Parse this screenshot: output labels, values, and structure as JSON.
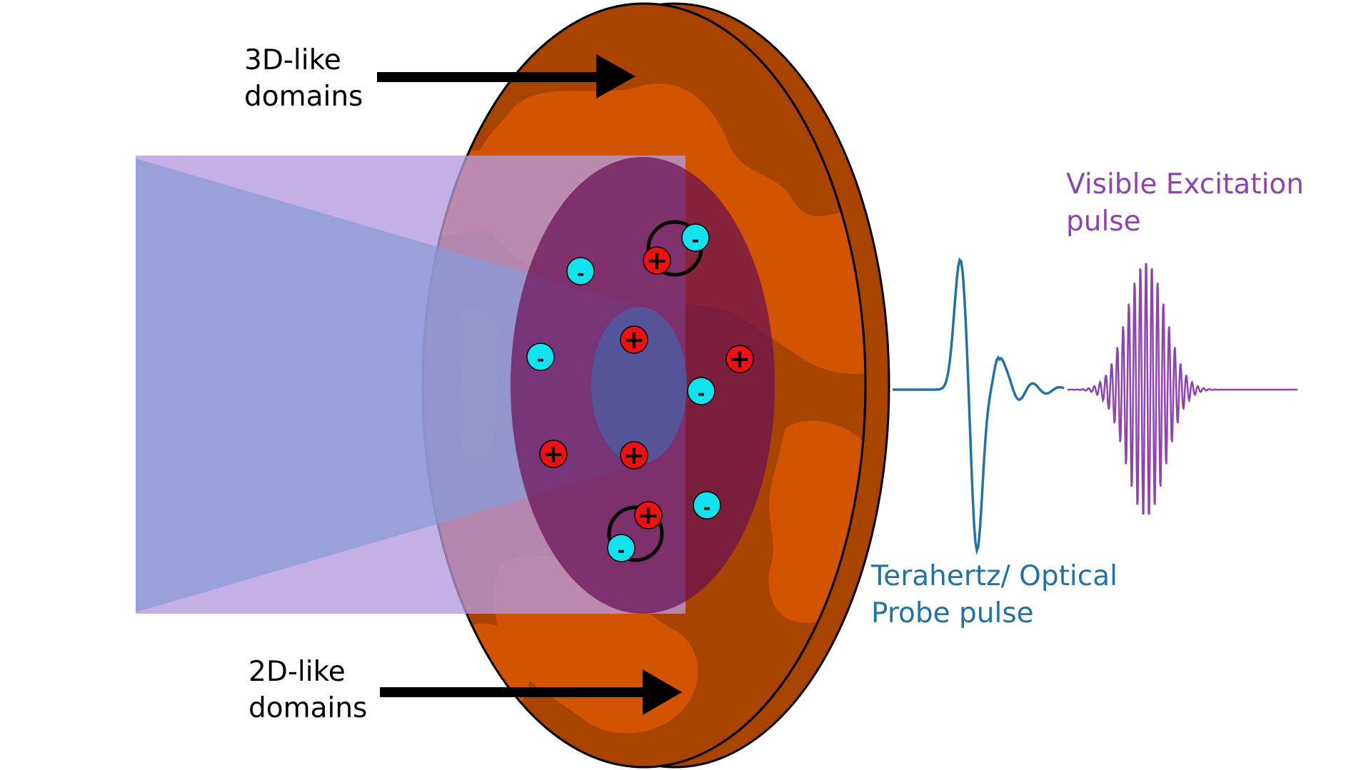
{
  "labels": {
    "domains_3d_line1": "3D-like",
    "domains_3d_line2": "domains",
    "domains_2d_line1": "2D-like",
    "domains_2d_line2": "domains",
    "visible_line1": "Visible Excitation",
    "visible_line2": "pulse",
    "probe_line1": "Terahertz/ Optical",
    "probe_line2": "Probe pulse"
  },
  "charges": {
    "positive_symbol": "+",
    "negative_symbol": "-"
  },
  "colors": {
    "disk_dark": "#a84300",
    "disk_light": "#d35400",
    "beam_outer": "#b59ade",
    "beam_inner": "#8a9bd6",
    "excited_region": "#6a0f55",
    "positive_charge": "#ee1111",
    "negative_charge": "#11e2ee",
    "visible_pulse": "#8e44ad",
    "probe_pulse": "#2471a3",
    "text": "#000000"
  }
}
